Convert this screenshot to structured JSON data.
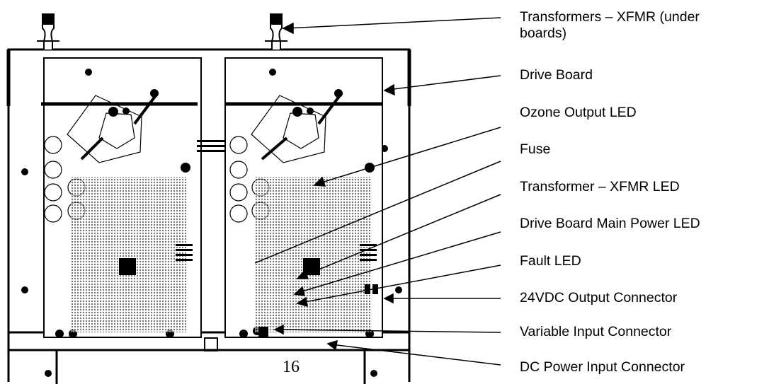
{
  "figure": {
    "page_number": "16",
    "callouts": [
      {
        "id": "transformers",
        "lines": [
          "Transformers – XFMR (under",
          "boards)"
        ]
      },
      {
        "id": "drive-board",
        "lines": [
          "Drive Board"
        ]
      },
      {
        "id": "ozone-output-led",
        "lines": [
          "Ozone Output LED"
        ]
      },
      {
        "id": "fuse",
        "lines": [
          "Fuse"
        ]
      },
      {
        "id": "transformer-xfmr-led",
        "lines": [
          "Transformer – XFMR LED"
        ]
      },
      {
        "id": "drive-board-main-power-led",
        "lines": [
          "Drive Board Main Power LED"
        ]
      },
      {
        "id": "fault-led",
        "lines": [
          "Fault LED"
        ]
      },
      {
        "id": "24vdc-output-connector",
        "lines": [
          "24VDC Output Connector"
        ]
      },
      {
        "id": "variable-input-connector",
        "lines": [
          "Variable Input Connector"
        ]
      },
      {
        "id": "dc-power-input-connector",
        "lines": [
          "DC Power Input Connector"
        ]
      }
    ]
  }
}
